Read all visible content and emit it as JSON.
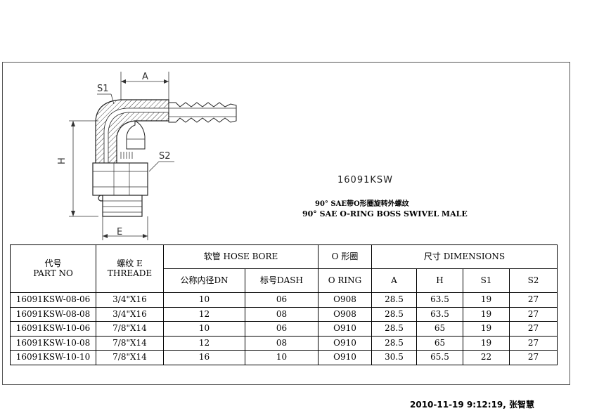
{
  "drawing": {
    "labels": {
      "a": "A",
      "h": "H",
      "e": "E",
      "s1": "S1",
      "s2": "S2"
    }
  },
  "model_code": "16091KSW",
  "title_cn": "90° SAE带O形圈旋转外螺纹",
  "title_en": "90° SAE O-RING BOSS SWIVEL MALE",
  "table": {
    "headers": {
      "part_no_cn": "代号",
      "part_no_en": "PART NO",
      "thread_cn": "螺纹 E",
      "thread_en": "THREADE",
      "hose_bore": "软管 HOSE BORE",
      "dn": "公称内径DN",
      "dash": "标号DASH",
      "oring_cn": "O 形圈",
      "oring_en": "O RING",
      "dimensions": "尺寸 DIMENSIONS",
      "a": "A",
      "h": "H",
      "s1": "S1",
      "s2": "S2"
    },
    "rows": [
      {
        "part_no": "16091KSW-08-06",
        "thread": "3/4\"X16",
        "dn": "10",
        "dash": "06",
        "oring": "O908",
        "a": "28.5",
        "h": "63.5",
        "s1": "19",
        "s2": "27"
      },
      {
        "part_no": "16091KSW-08-08",
        "thread": "3/4\"X16",
        "dn": "12",
        "dash": "08",
        "oring": "O908",
        "a": "28.5",
        "h": "63.5",
        "s1": "19",
        "s2": "27"
      },
      {
        "part_no": "16091KSW-10-06",
        "thread": "7/8\"X14",
        "dn": "10",
        "dash": "06",
        "oring": "O910",
        "a": "28.5",
        "h": "65",
        "s1": "19",
        "s2": "27"
      },
      {
        "part_no": "16091KSW-10-08",
        "thread": "7/8\"X14",
        "dn": "12",
        "dash": "08",
        "oring": "O910",
        "a": "28.5",
        "h": "65",
        "s1": "19",
        "s2": "27"
      },
      {
        "part_no": "16091KSW-10-10",
        "thread": "7/8\"X14",
        "dn": "16",
        "dash": "10",
        "oring": "O910",
        "a": "30.5",
        "h": "65.5",
        "s1": "22",
        "s2": "27"
      }
    ]
  },
  "footer_stamp": "2010-11-19 9:12:19, 张智慧"
}
